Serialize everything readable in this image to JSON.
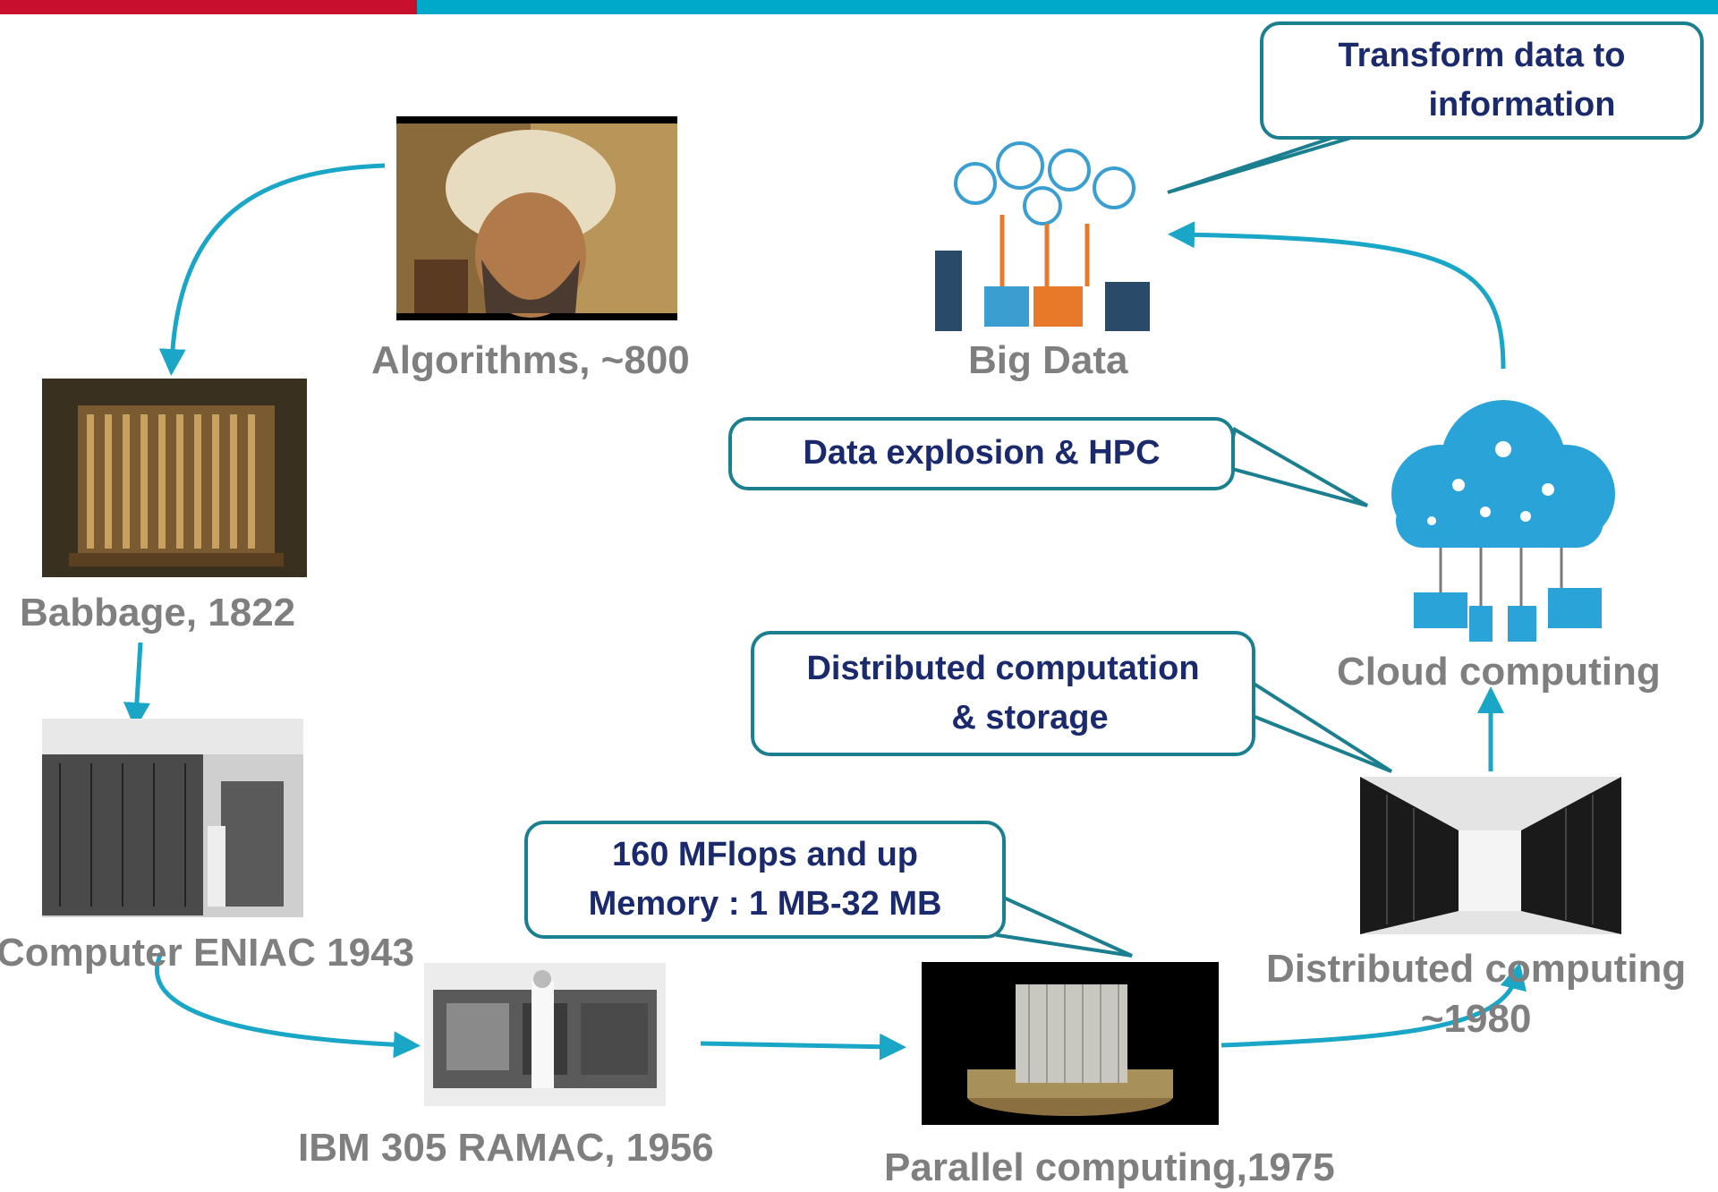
{
  "nodes": {
    "algorithms": "Algorithms, ~800",
    "babbage": "Babbage, 1822",
    "eniac": "Computer ENIAC 1943",
    "ibm": "IBM 305 RAMAC, 1956",
    "parallel": "Parallel computing,1975",
    "distributed_line1": "Distributed computing",
    "distributed_line2": "~1980",
    "cloud": "Cloud computing",
    "bigdata": "Big Data"
  },
  "callouts": {
    "transform_line1": "Transform data to",
    "transform_line2": "information",
    "explosion": "Data explosion & HPC",
    "distcomp_line1": "Distributed computation",
    "distcomp_line2": "& storage",
    "mflops_line1": "160 MFlops and up",
    "mflops_line2": "Memory : 1 MB-32 MB"
  },
  "colors": {
    "accent_red": "#c8102e",
    "accent_teal": "#00a9c9",
    "arrow": "#1aa6c6",
    "callout_border": "#1b7f8f",
    "callout_text": "#1a2a6c",
    "label_gray": "#7f7f7f"
  }
}
